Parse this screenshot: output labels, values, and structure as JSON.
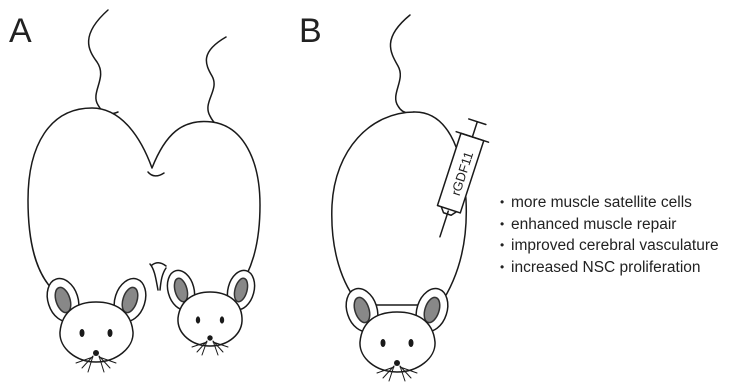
{
  "panels": {
    "a": {
      "label": "A"
    },
    "b": {
      "label": "B",
      "syringe_label": "rGDF11",
      "findings": [
        "more muscle satellite cells",
        "enhanced muscle repair",
        "improved cerebral vasculature",
        "increased NSC proliferation"
      ]
    }
  },
  "colors": {
    "outline": "#1a1a1a",
    "ear_inner": "#888888",
    "fill": "#ffffff"
  },
  "icons": [
    "mouse-icon",
    "syringe-icon"
  ]
}
